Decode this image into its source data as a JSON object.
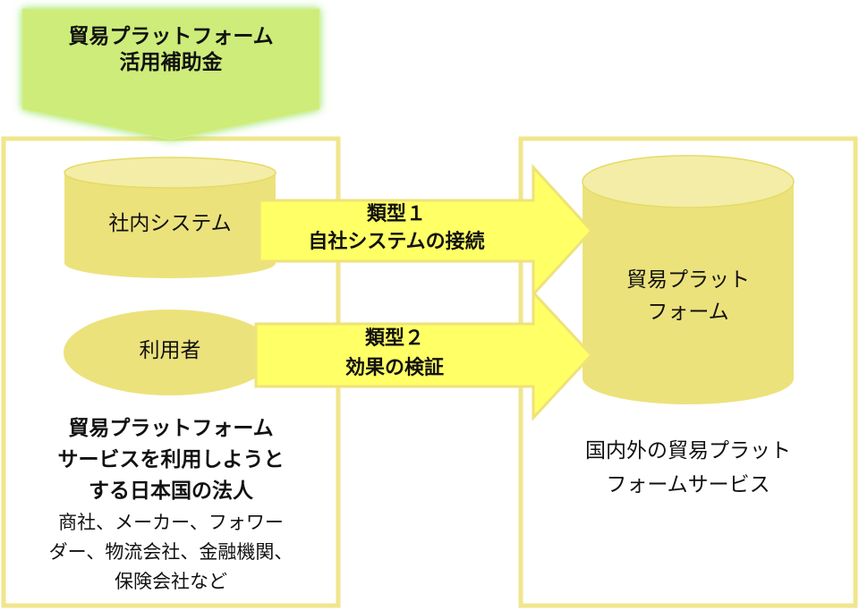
{
  "banner": {
    "lines": [
      "貿易プラットフォーム",
      "活用補助金"
    ],
    "fill_color": "#cdec7a",
    "glow_color": "#9be86a"
  },
  "left_box": {
    "border_color": "#f0e68c",
    "system_cylinder": {
      "label": "社内システム"
    },
    "user_ellipse": {
      "label": "利用者"
    },
    "heading_lines": [
      "貿易プラットフォーム",
      "サービスを利用しようと",
      "する日本国の法人"
    ],
    "detail_lines": [
      "商社、メーカー、フォワー",
      "ダー、物流会社、金融機関、",
      "保険会社など"
    ]
  },
  "arrows": [
    {
      "title": "類型１",
      "subtitle": "自社システムの接続"
    },
    {
      "title": "類型２",
      "subtitle": "効果の検証"
    }
  ],
  "right_box": {
    "platform_cylinder": {
      "lines": [
        "貿易プラット",
        "フォーム"
      ]
    },
    "caption_lines": [
      "国内外の貿易プラット",
      "フォームサービス"
    ]
  },
  "colors": {
    "shape_fill": "#ece27c",
    "shape_top": "#f3eda8",
    "arrow_fill": "#ffff66",
    "arrow_stroke": "#eee27a",
    "box_border": "#f0e68c"
  }
}
